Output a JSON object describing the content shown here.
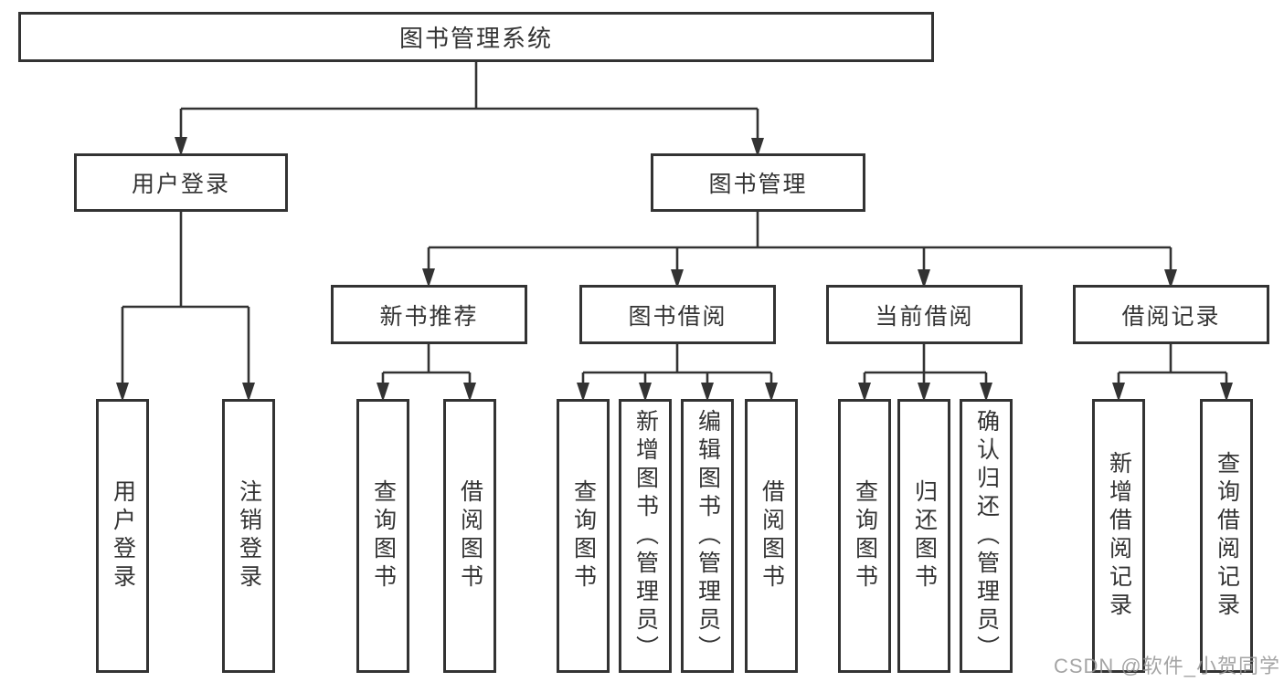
{
  "tree": {
    "root": {
      "label": "图书管理系统"
    },
    "branches": [
      {
        "label": "用户登录",
        "children": [
          {
            "label": "用户登录"
          },
          {
            "label": "注销登录"
          }
        ]
      },
      {
        "label": "图书管理",
        "children": [
          {
            "label": "新书推荐",
            "children": [
              {
                "label": "查询图书"
              },
              {
                "label": "借阅图书"
              }
            ]
          },
          {
            "label": "图书借阅",
            "children": [
              {
                "label": "查询图书"
              },
              {
                "label": "新增图书（管理员）"
              },
              {
                "label": "编辑图书（管理员）"
              },
              {
                "label": "借阅图书"
              }
            ]
          },
          {
            "label": "当前借阅",
            "children": [
              {
                "label": "查询图书"
              },
              {
                "label": "归还图书"
              },
              {
                "label": "确认归还（管理员）"
              }
            ]
          },
          {
            "label": "借阅记录",
            "children": [
              {
                "label": "新增借阅记录"
              },
              {
                "label": "查询借阅记录"
              }
            ]
          }
        ]
      }
    ]
  },
  "watermark": {
    "text": "CSDN @软件_小贺同学"
  },
  "colors": {
    "line": "#333333",
    "border": "#333333",
    "text": "#333333",
    "background": "#ffffff",
    "watermark": "#949494"
  }
}
